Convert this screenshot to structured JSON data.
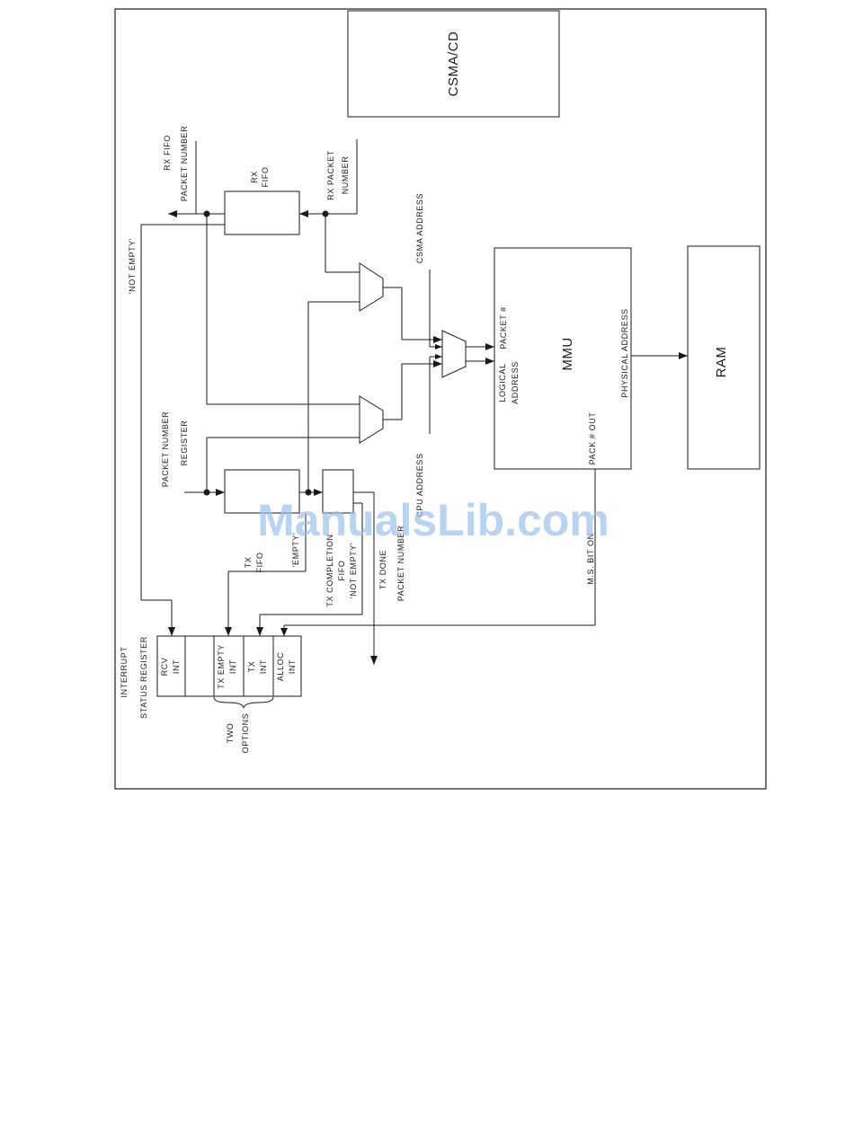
{
  "blocks": {
    "csma": "CSMA/CD",
    "mmu": "MMU",
    "ram": "RAM"
  },
  "labels": {
    "rx_fifo_packet_number_1": "RX FIFO",
    "rx_fifo_packet_number_2": "PACKET NUMBER",
    "rx_fifo_box_1": "RX",
    "rx_fifo_box_2": "FIFO",
    "rx_packet_number_1": "RX PACKET",
    "rx_packet_number_2": "NUMBER",
    "not_empty_rx": "'NOT EMPTY'",
    "csma_address": "CSMA ADDRESS",
    "cpu_address": "CPU ADDRESS",
    "logical_address_1": "LOGICAL",
    "logical_address_2": "ADDRESS",
    "packet_hash": "PACKET #",
    "physical_address": "PHYSICAL ADDRESS",
    "pack_out": "PACK # OUT",
    "ms_bit_on": "M.S. BIT ON",
    "packet_number_register_1": "PACKET NUMBER",
    "packet_number_register_2": "REGISTER",
    "tx_fifo_1": "TX",
    "tx_fifo_2": "FIFO",
    "empty": "'EMPTY'",
    "tx_completion_1": "TX COMPLETION",
    "tx_completion_2": "FIFO",
    "tx_completion_3": "'NOT EMPTY'",
    "tx_done_1": "TX DONE",
    "tx_done_2": "PACKET NUMBER",
    "interrupt_status_1": "INTERRUPT",
    "interrupt_status_2": "STATUS REGISTER",
    "two_options_1": "TWO",
    "two_options_2": "OPTIONS"
  },
  "interrupt_register": {
    "rcv_1": "RCV",
    "rcv_2": "INT",
    "tx_empty_1": "TX EMPTY",
    "tx_empty_2": "INT",
    "tx_1": "TX",
    "tx_2": "INT",
    "alloc_1": "ALLOC",
    "alloc_2": "INT"
  },
  "watermark": "ManualsLib.com"
}
